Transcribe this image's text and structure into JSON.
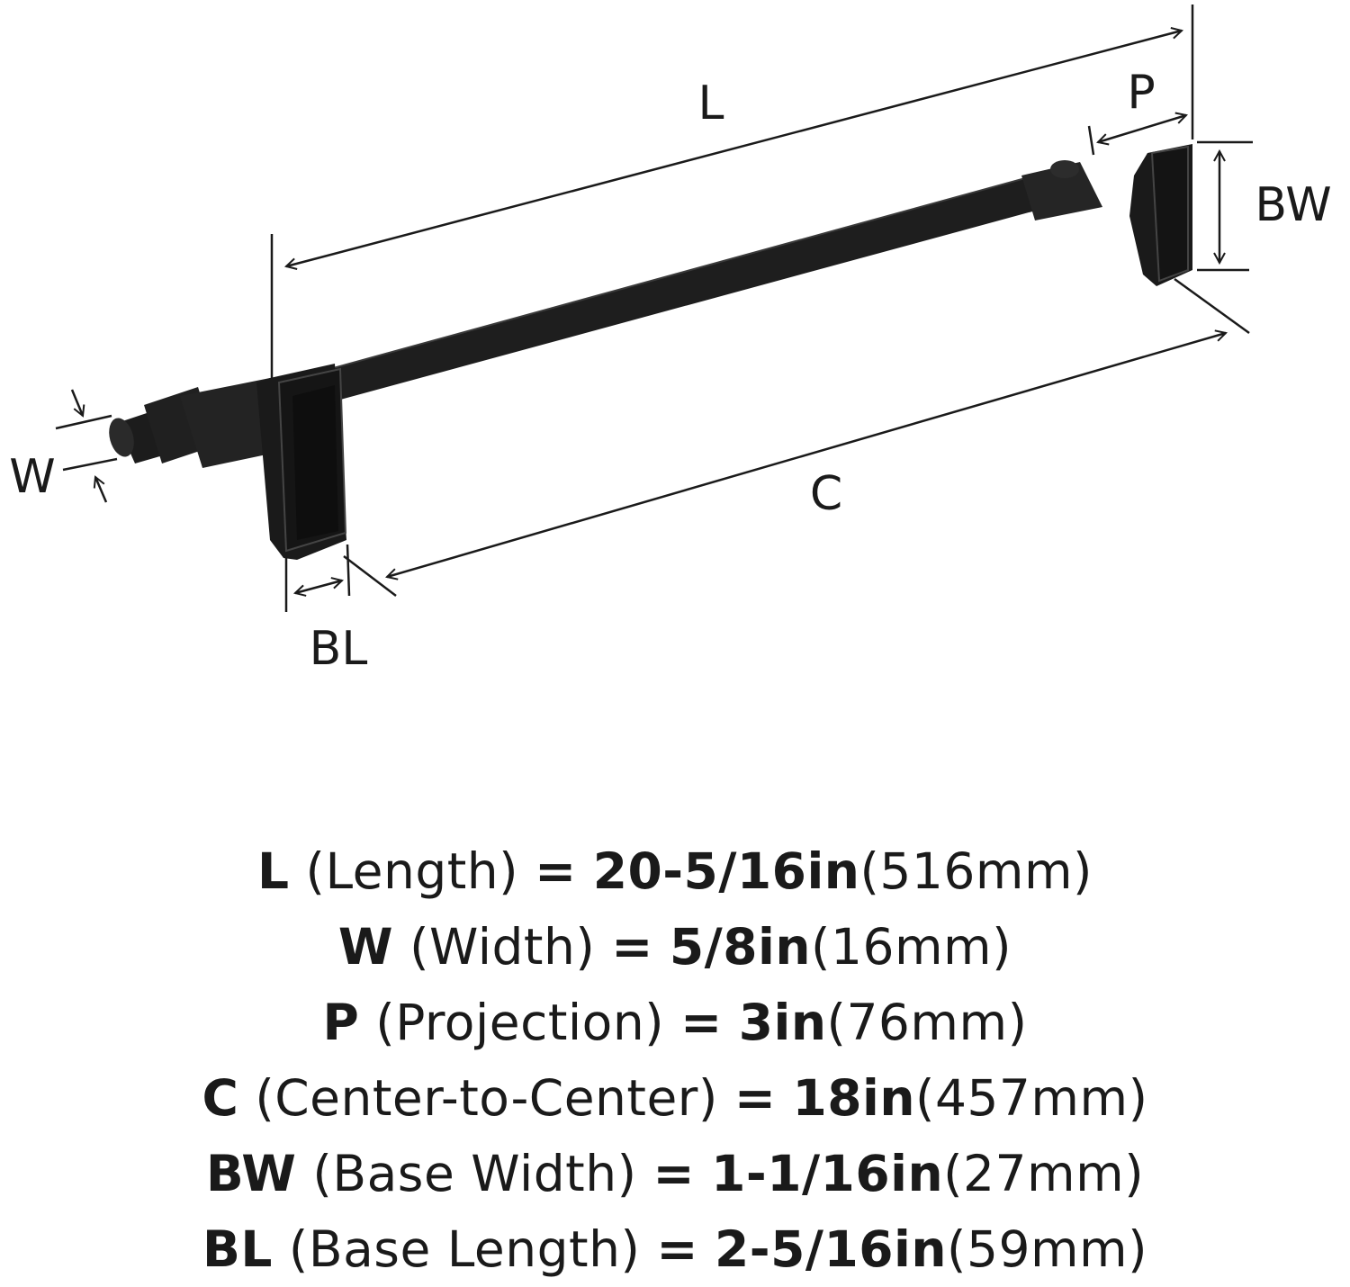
{
  "diagram": {
    "labels": {
      "length": "L",
      "projection": "P",
      "base_width": "BW",
      "width": "W",
      "center": "C",
      "base_length": "BL"
    }
  },
  "specs": [
    {
      "symbol": "L",
      "name": "(Length)",
      "equals": "=",
      "imperial": "20-5/16in",
      "metric": "(516mm)"
    },
    {
      "symbol": "W",
      "name": "(Width)",
      "equals": "=",
      "imperial": "5/8in",
      "metric": "(16mm)"
    },
    {
      "symbol": "P",
      "name": "(Projection)",
      "equals": "=",
      "imperial": "3in",
      "metric": "(76mm)"
    },
    {
      "symbol": "C",
      "name": "(Center-to-Center)",
      "equals": "=",
      "imperial": "18in",
      "metric": "(457mm)"
    },
    {
      "symbol": "BW",
      "name": "(Base Width)",
      "equals": "=",
      "imperial": "1-1/16in",
      "metric": "(27mm)"
    },
    {
      "symbol": "BL",
      "name": "(Base Length)",
      "equals": "=",
      "imperial": "2-5/16in",
      "metric": "(59mm)"
    }
  ]
}
